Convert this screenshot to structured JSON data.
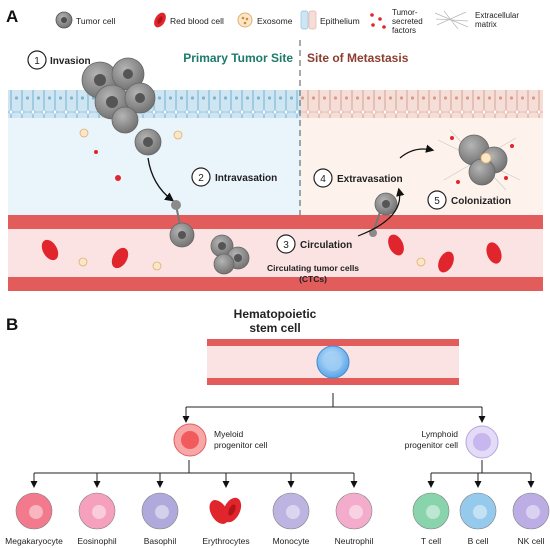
{
  "panel_a": {
    "letter": "A",
    "legend": {
      "tumor_cell": "Tumor cell",
      "red_blood_cell": "Red blood cell",
      "exosome": "Exosome",
      "epithelium": "Epithelium",
      "tumor_factors_line1": "Tumor-",
      "tumor_factors_line2": "secreted",
      "tumor_factors_line3": "factors",
      "ecm_line1": "Extracellular",
      "ecm_line2": "matrix"
    },
    "sites": {
      "primary": "Primary Tumor Site",
      "metastasis": "Site of Metastasis"
    },
    "steps": [
      {
        "number": "1",
        "label": "Invasion"
      },
      {
        "number": "2",
        "label": "Intravasation"
      },
      {
        "number": "3",
        "label": "Circulation"
      },
      {
        "number": "4",
        "label": "Extravasation"
      },
      {
        "number": "5",
        "label": "Colonization"
      }
    ],
    "ctc_line1": "Circulating tumor cells",
    "ctc_line2": "(CTCs)",
    "colors": {
      "primary_site": "#1c7a6a",
      "metastasis_site": "#8b3e2f",
      "vessel": "#e35c5c",
      "rbc": "#e0262c",
      "tumor": "#8a8a8a"
    }
  },
  "panel_b": {
    "letter": "B",
    "hsc_line1": "Hematopoietic",
    "hsc_line2": "stem cell",
    "myeloid_line1": "Myeloid",
    "myeloid_line2": "progenitor cell",
    "lymphoid_line1": "Lymphoid",
    "lymphoid_line2": "progenitor cell",
    "myeloid_cells": [
      {
        "label": "Megakaryocyte",
        "color": "#f26f83"
      },
      {
        "label": "Eosinophil",
        "color": "#f59ab8"
      },
      {
        "label": "Basophil",
        "color": "#a9a3d8"
      },
      {
        "label": "Erythrocytes",
        "color": "#e0262c"
      },
      {
        "label": "Monocyte",
        "color": "#b9aee0"
      },
      {
        "label": "Neutrophil",
        "color": "#f3a6c8"
      }
    ],
    "lymphoid_cells": [
      {
        "label": "T cell",
        "color": "#7fd1a6"
      },
      {
        "label": "B cell",
        "color": "#8ec6ec"
      },
      {
        "label": "NK cell",
        "color": "#b7a8e3"
      }
    ]
  }
}
